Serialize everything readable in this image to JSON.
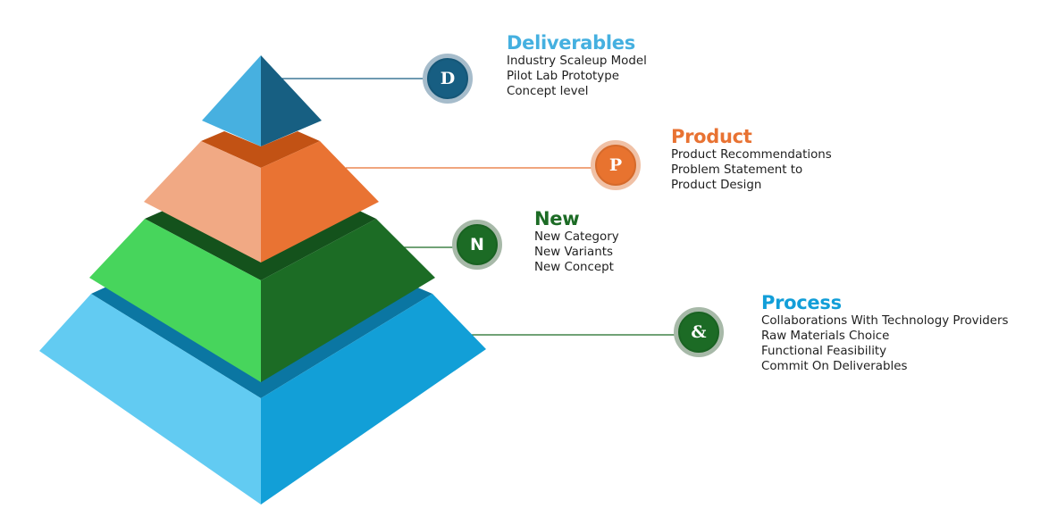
{
  "colors": {
    "deliverables": "#45b0e0",
    "product": "#e87232",
    "new": "#1c6b25",
    "process": "#129ed8",
    "body_text": "#1f1f1f"
  },
  "tiers": [
    {
      "key": "deliverables",
      "badge_letter": "D",
      "title": "Deliverables",
      "title_color": "#45b0e0",
      "badge_fill": "#175e82",
      "badge_ring": "#a6bccb",
      "connector_color": "#175e82",
      "items": [
        "Industry Scaleup Model",
        "Pilot Lab Prototype",
        "Concept level"
      ]
    },
    {
      "key": "product",
      "badge_letter": "P",
      "title": "Product",
      "title_color": "#e87232",
      "badge_fill": "#e8732f",
      "badge_ring": "#f0c1a6",
      "connector_color": "#e87232",
      "items": [
        "Product Recommendations",
        "Problem Statement to",
        "Product Design"
      ]
    },
    {
      "key": "new",
      "badge_letter": "N",
      "title": "New",
      "title_color": "#1c6b25",
      "badge_fill": "#1c6b25",
      "badge_ring": "#a7b9a8",
      "connector_color": "#1c6b25",
      "items": [
        "New Category",
        "New Variants",
        "New Concept"
      ]
    },
    {
      "key": "process",
      "badge_letter": "&",
      "title": "Process",
      "title_color": "#129ed8",
      "badge_fill": "#1c6b25",
      "badge_ring": "#a7b9a8",
      "connector_color": "#1c6b25",
      "items": [
        "Collaborations With Technology Providers",
        "Raw Materials Choice",
        "Functional Feasibility",
        "Commit On Deliverables"
      ]
    }
  ],
  "pyramid_colors": {
    "top_left": "#47b0e0",
    "top_right": "#175f82",
    "orange_band": "#c25214",
    "orange_left": "#f1a984",
    "orange_right": "#e97333",
    "green_band": "#14521c",
    "green_left": "#47d55c",
    "green_right": "#1c6c25",
    "blue_band": "#0b76a2",
    "blue_left": "#62cbf2",
    "blue_right": "#129fd7"
  }
}
